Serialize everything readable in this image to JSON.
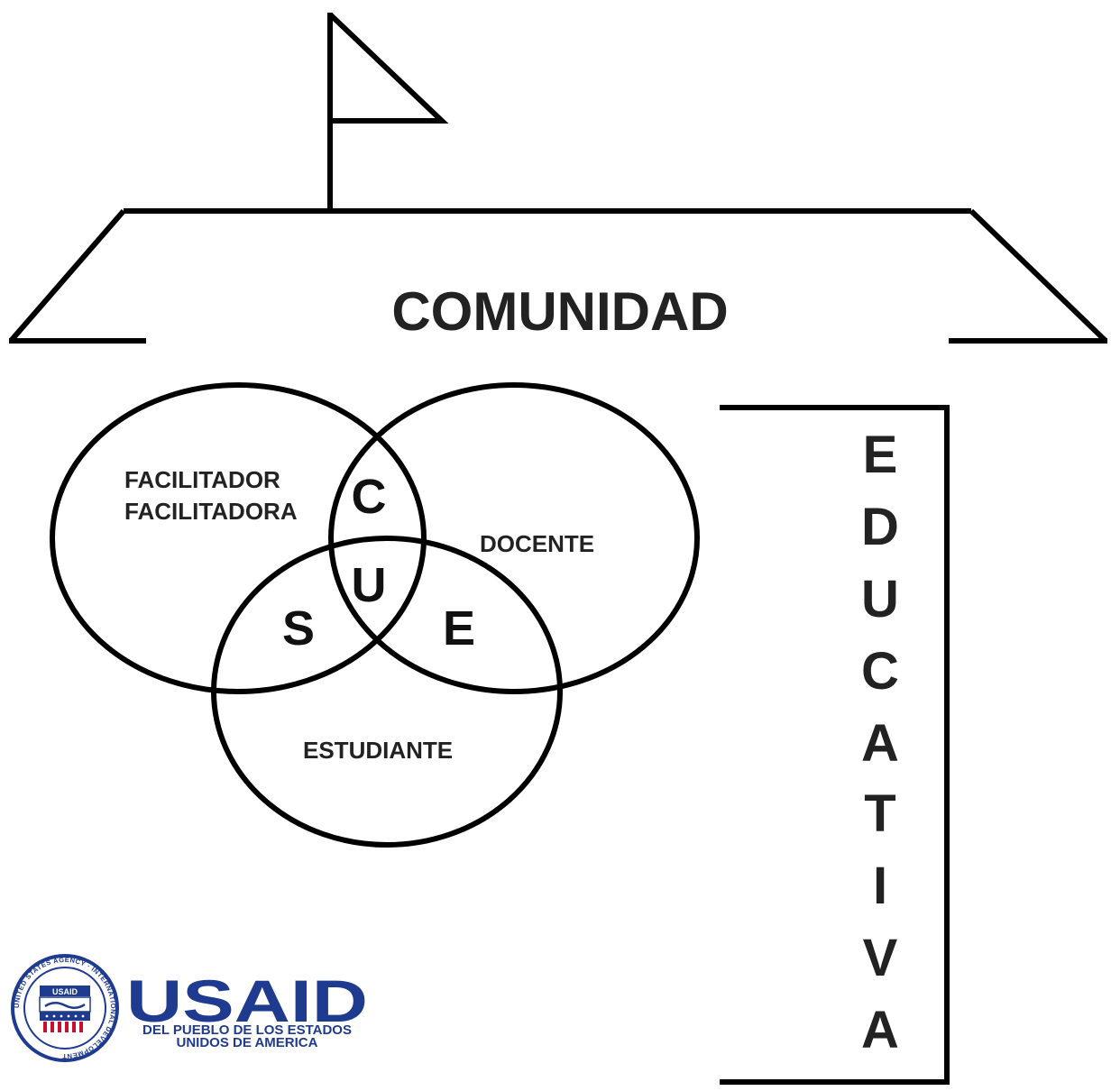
{
  "diagram": {
    "roof_label": "COMUNIDAD",
    "vertical_word": [
      "E",
      "D",
      "U",
      "C",
      "A",
      "T",
      "I",
      "V",
      "A"
    ],
    "circle_labels": {
      "facilitator_line1": "FACILITADOR",
      "facilitator_line2": "FACILITADORA",
      "teacher": "DOCENTE",
      "student": "ESTUDIANTE"
    },
    "intersection_letters": {
      "c": "C",
      "u": "U",
      "s": "S",
      "e": "E"
    }
  },
  "logo": {
    "wordmark": "USAID",
    "tagline_line1": "DEL PUEBLO DE LOS ESTADOS",
    "tagline_line2": "UNIDOS DE AMERICA",
    "seal_ring_text": "UNITED STATES AGENCY · INTERNATIONAL DEVELOPMENT",
    "seal_badge": "USAID"
  },
  "colors": {
    "ink": "#000000",
    "label_text": "#222222",
    "usaid_blue": "#1f3b8f",
    "usaid_red": "#c8102e"
  }
}
